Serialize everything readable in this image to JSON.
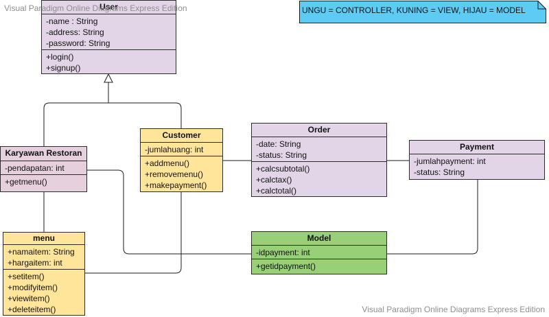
{
  "watermark": "Visual Paradigm Online Diagrams Express Edition",
  "legend_note": "UNGU = CONTROLLER, KUNING = VIEW, HIJAU = MODEL",
  "colors": {
    "controller": "#e1d5e7",
    "view": "#ffe599",
    "model": "#97d077",
    "note": "#5ecbf5"
  },
  "classes": {
    "user": {
      "name": "User",
      "attributes": [
        "-name : String",
        "-address: String",
        "-password: String"
      ],
      "methods": [
        "+login()",
        "+signup()"
      ]
    },
    "karyawan": {
      "name": "Karyawan Restoran",
      "attributes": [
        "-pendapatan: int"
      ],
      "methods": [
        "+getmenu()"
      ]
    },
    "customer": {
      "name": "Customer",
      "attributes": [
        "-jumlahuang: int"
      ],
      "methods": [
        "+addmenu()",
        "+removemenu()",
        "+makepayment()"
      ]
    },
    "order": {
      "name": "Order",
      "attributes": [
        "-date: String",
        "-status: String"
      ],
      "methods": [
        "+calcsubtotal()",
        "+calctax()",
        "+calctotal()"
      ]
    },
    "payment": {
      "name": "Payment",
      "attributes": [
        "-jumlahpayment: int",
        "-status: String"
      ],
      "methods": []
    },
    "menu": {
      "name": "menu",
      "attributes": [
        "+namaitem: String",
        "+hargaitem: int"
      ],
      "methods": [
        "+setitem()",
        "+modifyitem()",
        "+viewitem()",
        "+deleteitem()"
      ]
    },
    "model": {
      "name": "Model",
      "attributes": [
        "-idpayment: int"
      ],
      "methods": [
        "+getidpayment()"
      ]
    }
  }
}
